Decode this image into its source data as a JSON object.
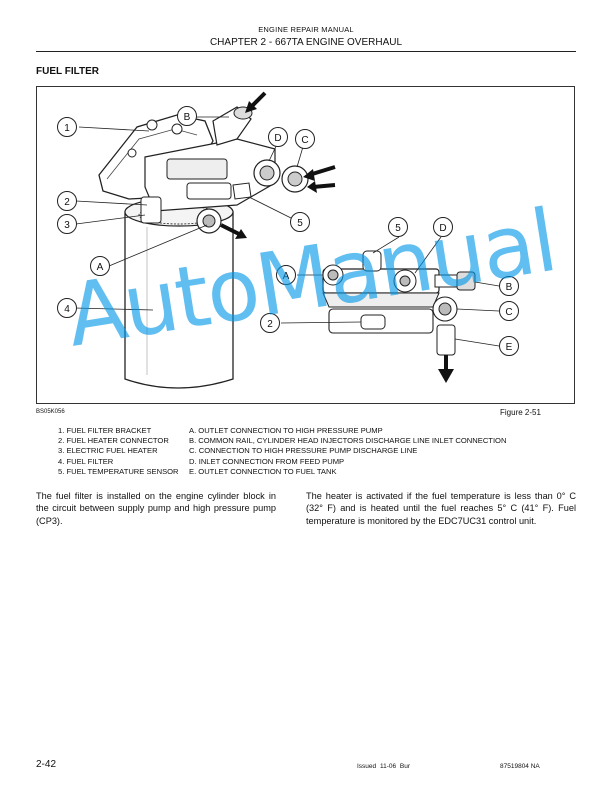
{
  "header": {
    "manual": "ENGINE REPAIR MANUAL",
    "chapter": "CHAPTER 2 - 667TA ENGINE OVERHAUL"
  },
  "section_title": "FUEL FILTER",
  "figure": {
    "code": "BS05K056",
    "label": "Figure 2-51",
    "callouts": {
      "n1": "1",
      "n2": "2",
      "n3": "3",
      "n4": "4",
      "n5a": "5",
      "n5b": "5",
      "n2b": "2",
      "lA": "A",
      "lB": "B",
      "lD": "D",
      "lC": "C",
      "lA2": "A",
      "lB2": "B",
      "lC2": "C",
      "lD2": "D",
      "lE": "E"
    }
  },
  "legend_numbered": [
    "1.  FUEL FILTER BRACKET",
    "2.  FUEL HEATER CONNECTOR",
    "3.  ELECTRIC FUEL HEATER",
    "4.  FUEL FILTER",
    "5.  FUEL TEMPERATURE SENSOR"
  ],
  "legend_lettered": [
    "A.  OUTLET CONNECTION TO HIGH PRESSURE PUMP",
    "B.  COMMON RAIL, CYLINDER HEAD INJECTORS DISCHARGE LINE INLET CONNECTION",
    "C.  CONNECTION TO HIGH PRESSURE PUMP DISCHARGE LINE",
    "D.  INLET CONNECTION FROM FEED PUMP",
    "E.  OUTLET CONNECTION TO FUEL TANK"
  ],
  "body_left": "The fuel filter is installed on the engine cylinder block in the circuit between supply pump and high pressure pump (CP3).",
  "body_right": "The heater is activated if the fuel temperature is less than 0° C (32° F) and is heated until the fuel reaches 5° C (41° F). Fuel temperature is monitored by the EDC7UC31 control unit.",
  "footer": {
    "page": "2-42",
    "issued": "Issued 11-06   Bur",
    "part": "87519804 NA"
  },
  "watermark": "AutoManual"
}
